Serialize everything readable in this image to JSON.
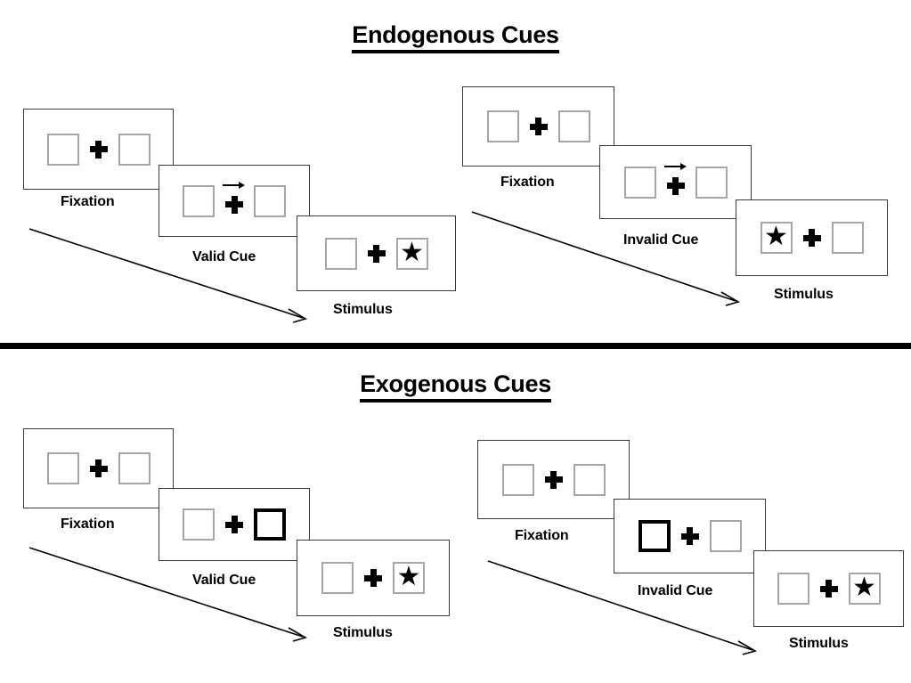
{
  "figure": {
    "kind": "posner-cueing-paradigm-diagram",
    "sections": [
      {
        "id": "endogenous",
        "title": "Endogenous Cues",
        "conditions": [
          {
            "id": "endogenous-valid",
            "panels": [
              {
                "id": "endogenous-valid-fixation",
                "caption": "Fixation",
                "left_box": {
                  "cued": false,
                  "content": ""
                },
                "right_box": {
                  "cued": false,
                  "content": ""
                },
                "center": {
                  "fixation_cross": true,
                  "arrow_cue": "none"
                }
              },
              {
                "id": "endogenous-valid-cue",
                "caption": "Valid Cue",
                "left_box": {
                  "cued": false,
                  "content": ""
                },
                "right_box": {
                  "cued": false,
                  "content": ""
                },
                "center": {
                  "fixation_cross": true,
                  "arrow_cue": "right"
                }
              },
              {
                "id": "endogenous-valid-stimulus",
                "caption": "Stimulus",
                "left_box": {
                  "cued": false,
                  "content": ""
                },
                "right_box": {
                  "cued": false,
                  "content": "star"
                },
                "center": {
                  "fixation_cross": true,
                  "arrow_cue": "none"
                }
              }
            ]
          },
          {
            "id": "endogenous-invalid",
            "panels": [
              {
                "id": "endogenous-invalid-fixation",
                "caption": "Fixation",
                "left_box": {
                  "cued": false,
                  "content": ""
                },
                "right_box": {
                  "cued": false,
                  "content": ""
                },
                "center": {
                  "fixation_cross": true,
                  "arrow_cue": "none"
                }
              },
              {
                "id": "endogenous-invalid-cue",
                "caption": "Invalid Cue",
                "left_box": {
                  "cued": false,
                  "content": ""
                },
                "right_box": {
                  "cued": false,
                  "content": ""
                },
                "center": {
                  "fixation_cross": true,
                  "arrow_cue": "right"
                }
              },
              {
                "id": "endogenous-invalid-stimulus",
                "caption": "Stimulus",
                "left_box": {
                  "cued": false,
                  "content": "star"
                },
                "right_box": {
                  "cued": false,
                  "content": ""
                },
                "center": {
                  "fixation_cross": true,
                  "arrow_cue": "none"
                }
              }
            ]
          }
        ]
      },
      {
        "id": "exogenous",
        "title": "Exogenous Cues",
        "conditions": [
          {
            "id": "exogenous-valid",
            "panels": [
              {
                "id": "exogenous-valid-fixation",
                "caption": "Fixation",
                "left_box": {
                  "cued": false,
                  "content": ""
                },
                "right_box": {
                  "cued": false,
                  "content": ""
                },
                "center": {
                  "fixation_cross": true,
                  "arrow_cue": "none"
                }
              },
              {
                "id": "exogenous-valid-cue",
                "caption": "Valid Cue",
                "left_box": {
                  "cued": false,
                  "content": ""
                },
                "right_box": {
                  "cued": true,
                  "content": ""
                },
                "center": {
                  "fixation_cross": true,
                  "arrow_cue": "none"
                }
              },
              {
                "id": "exogenous-valid-stimulus",
                "caption": "Stimulus",
                "left_box": {
                  "cued": false,
                  "content": ""
                },
                "right_box": {
                  "cued": false,
                  "content": "star"
                },
                "center": {
                  "fixation_cross": true,
                  "arrow_cue": "none"
                }
              }
            ]
          },
          {
            "id": "exogenous-invalid",
            "panels": [
              {
                "id": "exogenous-invalid-fixation",
                "caption": "Fixation",
                "left_box": {
                  "cued": false,
                  "content": ""
                },
                "right_box": {
                  "cued": false,
                  "content": ""
                },
                "center": {
                  "fixation_cross": true,
                  "arrow_cue": "none"
                }
              },
              {
                "id": "exogenous-invalid-cue",
                "caption": "Invalid Cue",
                "left_box": {
                  "cued": true,
                  "content": ""
                },
                "right_box": {
                  "cued": false,
                  "content": ""
                },
                "center": {
                  "fixation_cross": true,
                  "arrow_cue": "none"
                }
              },
              {
                "id": "exogenous-invalid-stimulus",
                "caption": "Stimulus",
                "left_box": {
                  "cued": false,
                  "content": ""
                },
                "right_box": {
                  "cued": false,
                  "content": "star"
                },
                "center": {
                  "fixation_cross": true,
                  "arrow_cue": "none"
                }
              }
            ]
          }
        ]
      }
    ],
    "glyphs": {
      "star": "★"
    },
    "colors": {
      "ink": "#000000",
      "panel_border": "#3a3a3a",
      "box_border": "#a6a6a6",
      "cued_box_border": "#000000",
      "background": "#ffffff"
    }
  }
}
